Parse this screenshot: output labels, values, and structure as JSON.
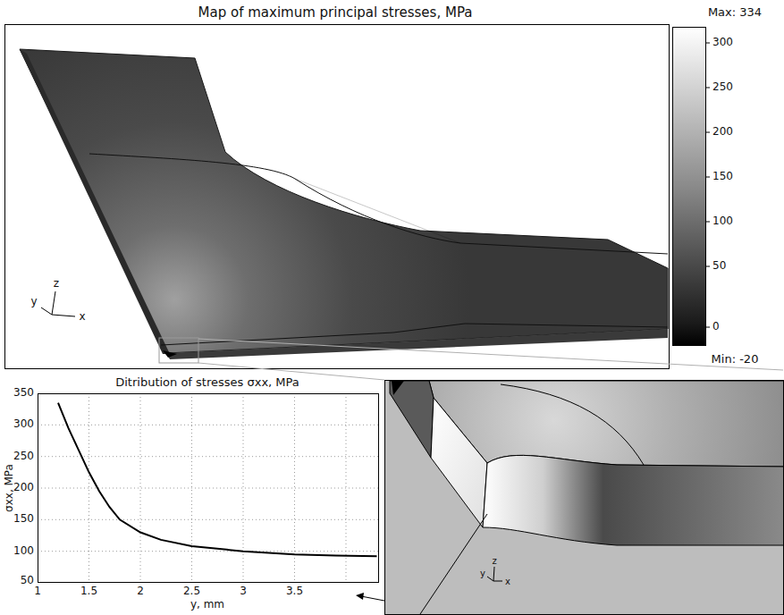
{
  "diagram": {
    "title": "Map of maximum principal stresses, MPa",
    "labels": [
      "Max: 334",
      "300",
      "250",
      "200",
      "150",
      "100",
      "50",
      "0",
      "Min: -20",
      "y",
      "z",
      "x",
      "Ditribution of stresses σxx, MPa",
      "σxx, MPa",
      "350",
      "300",
      "250",
      "200",
      "150",
      "100",
      "50",
      "1",
      "1.5",
      "2",
      "2.5",
      "3",
      "3.5",
      "y, mm",
      "y",
      "z",
      "x"
    ]
  }
}
